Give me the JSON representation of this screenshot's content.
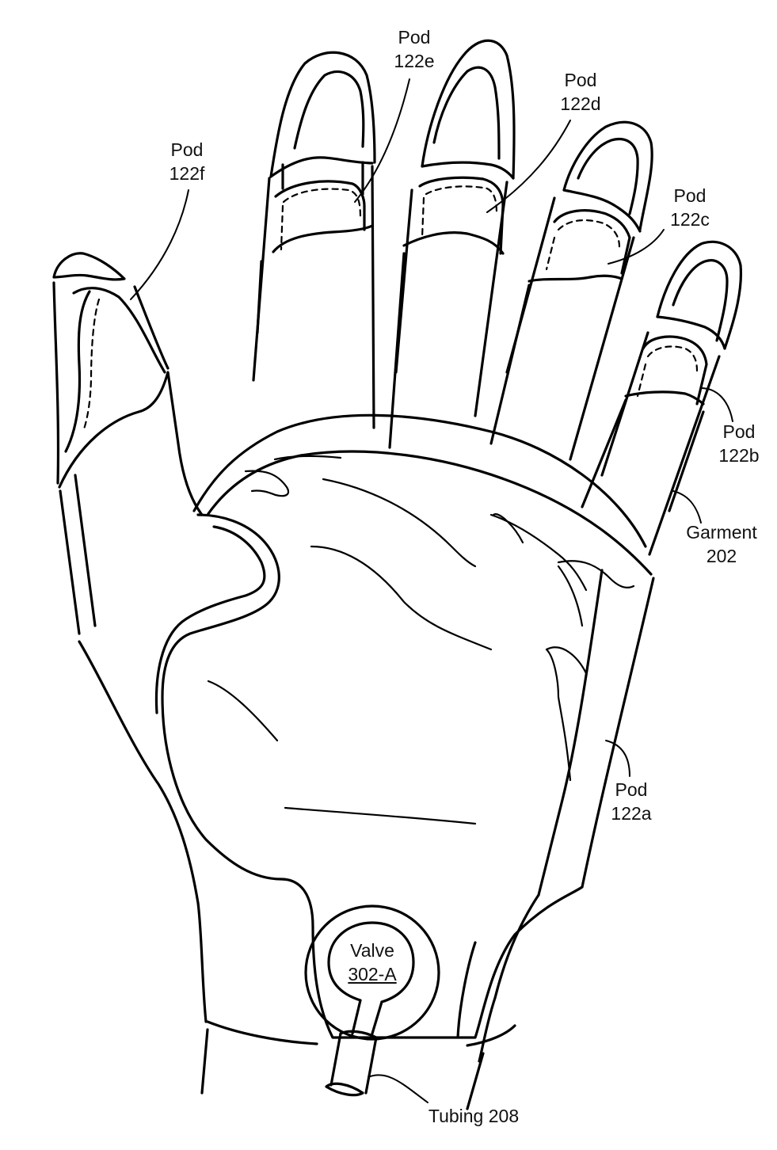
{
  "figure": {
    "subject": "glove with inflatable pods",
    "line_color": "#000000",
    "background": "#ffffff"
  },
  "labels": {
    "pod_122e": {
      "line1": "Pod",
      "line2": "122e"
    },
    "pod_122d": {
      "line1": "Pod",
      "line2": "122d"
    },
    "pod_122f": {
      "line1": "Pod",
      "line2": "122f"
    },
    "pod_122c": {
      "line1": "Pod",
      "line2": "122c"
    },
    "pod_122b": {
      "line1": "Pod",
      "line2": "122b"
    },
    "garment_202": {
      "line1": "Garment",
      "line2": "202"
    },
    "pod_122a": {
      "line1": "Pod",
      "line2": "122a"
    },
    "valve_302a": {
      "line1": "Valve",
      "line2": "302-A"
    },
    "tubing_208": {
      "line1": "Tubing 208"
    }
  }
}
